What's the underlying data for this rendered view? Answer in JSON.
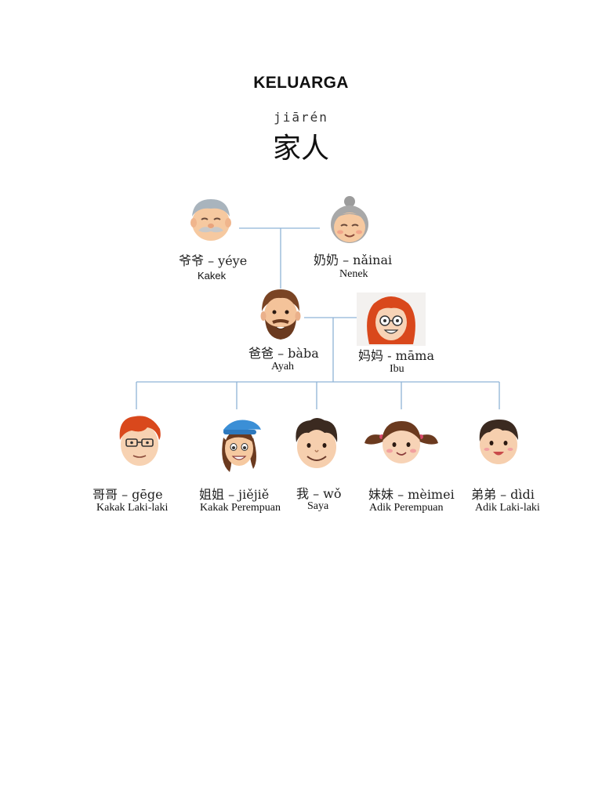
{
  "header": {
    "title": "KELUARGA",
    "pinyin": "jiārén",
    "hanzi": "家人"
  },
  "colors": {
    "line": "#8fb3d6",
    "skin": "#f6c9a0",
    "hair_gray": "#a9a9a9",
    "hair_brown": "#6b3a1f",
    "hair_red": "#d9481c",
    "hair_dark": "#3b2a20"
  },
  "members": {
    "yeye": {
      "cn": "爷爷 – yéye",
      "id": "Kakek",
      "icon": "grandfather-face"
    },
    "nainai": {
      "cn": "奶奶 – nǎinai",
      "id": "Nenek",
      "icon": "grandmother-face"
    },
    "baba": {
      "cn": "爸爸 – bàba",
      "id": "Ayah",
      "icon": "father-face"
    },
    "mama": {
      "cn": "妈妈 - māma",
      "id": "Ibu",
      "icon": "mother-face"
    },
    "gege": {
      "cn": "哥哥 – gēge",
      "id": "Kakak Laki-laki",
      "icon": "older-brother-face"
    },
    "jiejie": {
      "cn": "姐姐 – jiějiě",
      "id": "Kakak Perempuan",
      "icon": "older-sister-face"
    },
    "wo": {
      "cn": "我 – wǒ",
      "id": "Saya",
      "icon": "self-face"
    },
    "meimei": {
      "cn": "妹妹 – mèimei",
      "id": "Adik Perempuan",
      "icon": "younger-sister-face"
    },
    "didi": {
      "cn": "弟弟 – dìdi",
      "id": "Adik Laki-laki",
      "icon": "younger-brother-face"
    }
  }
}
